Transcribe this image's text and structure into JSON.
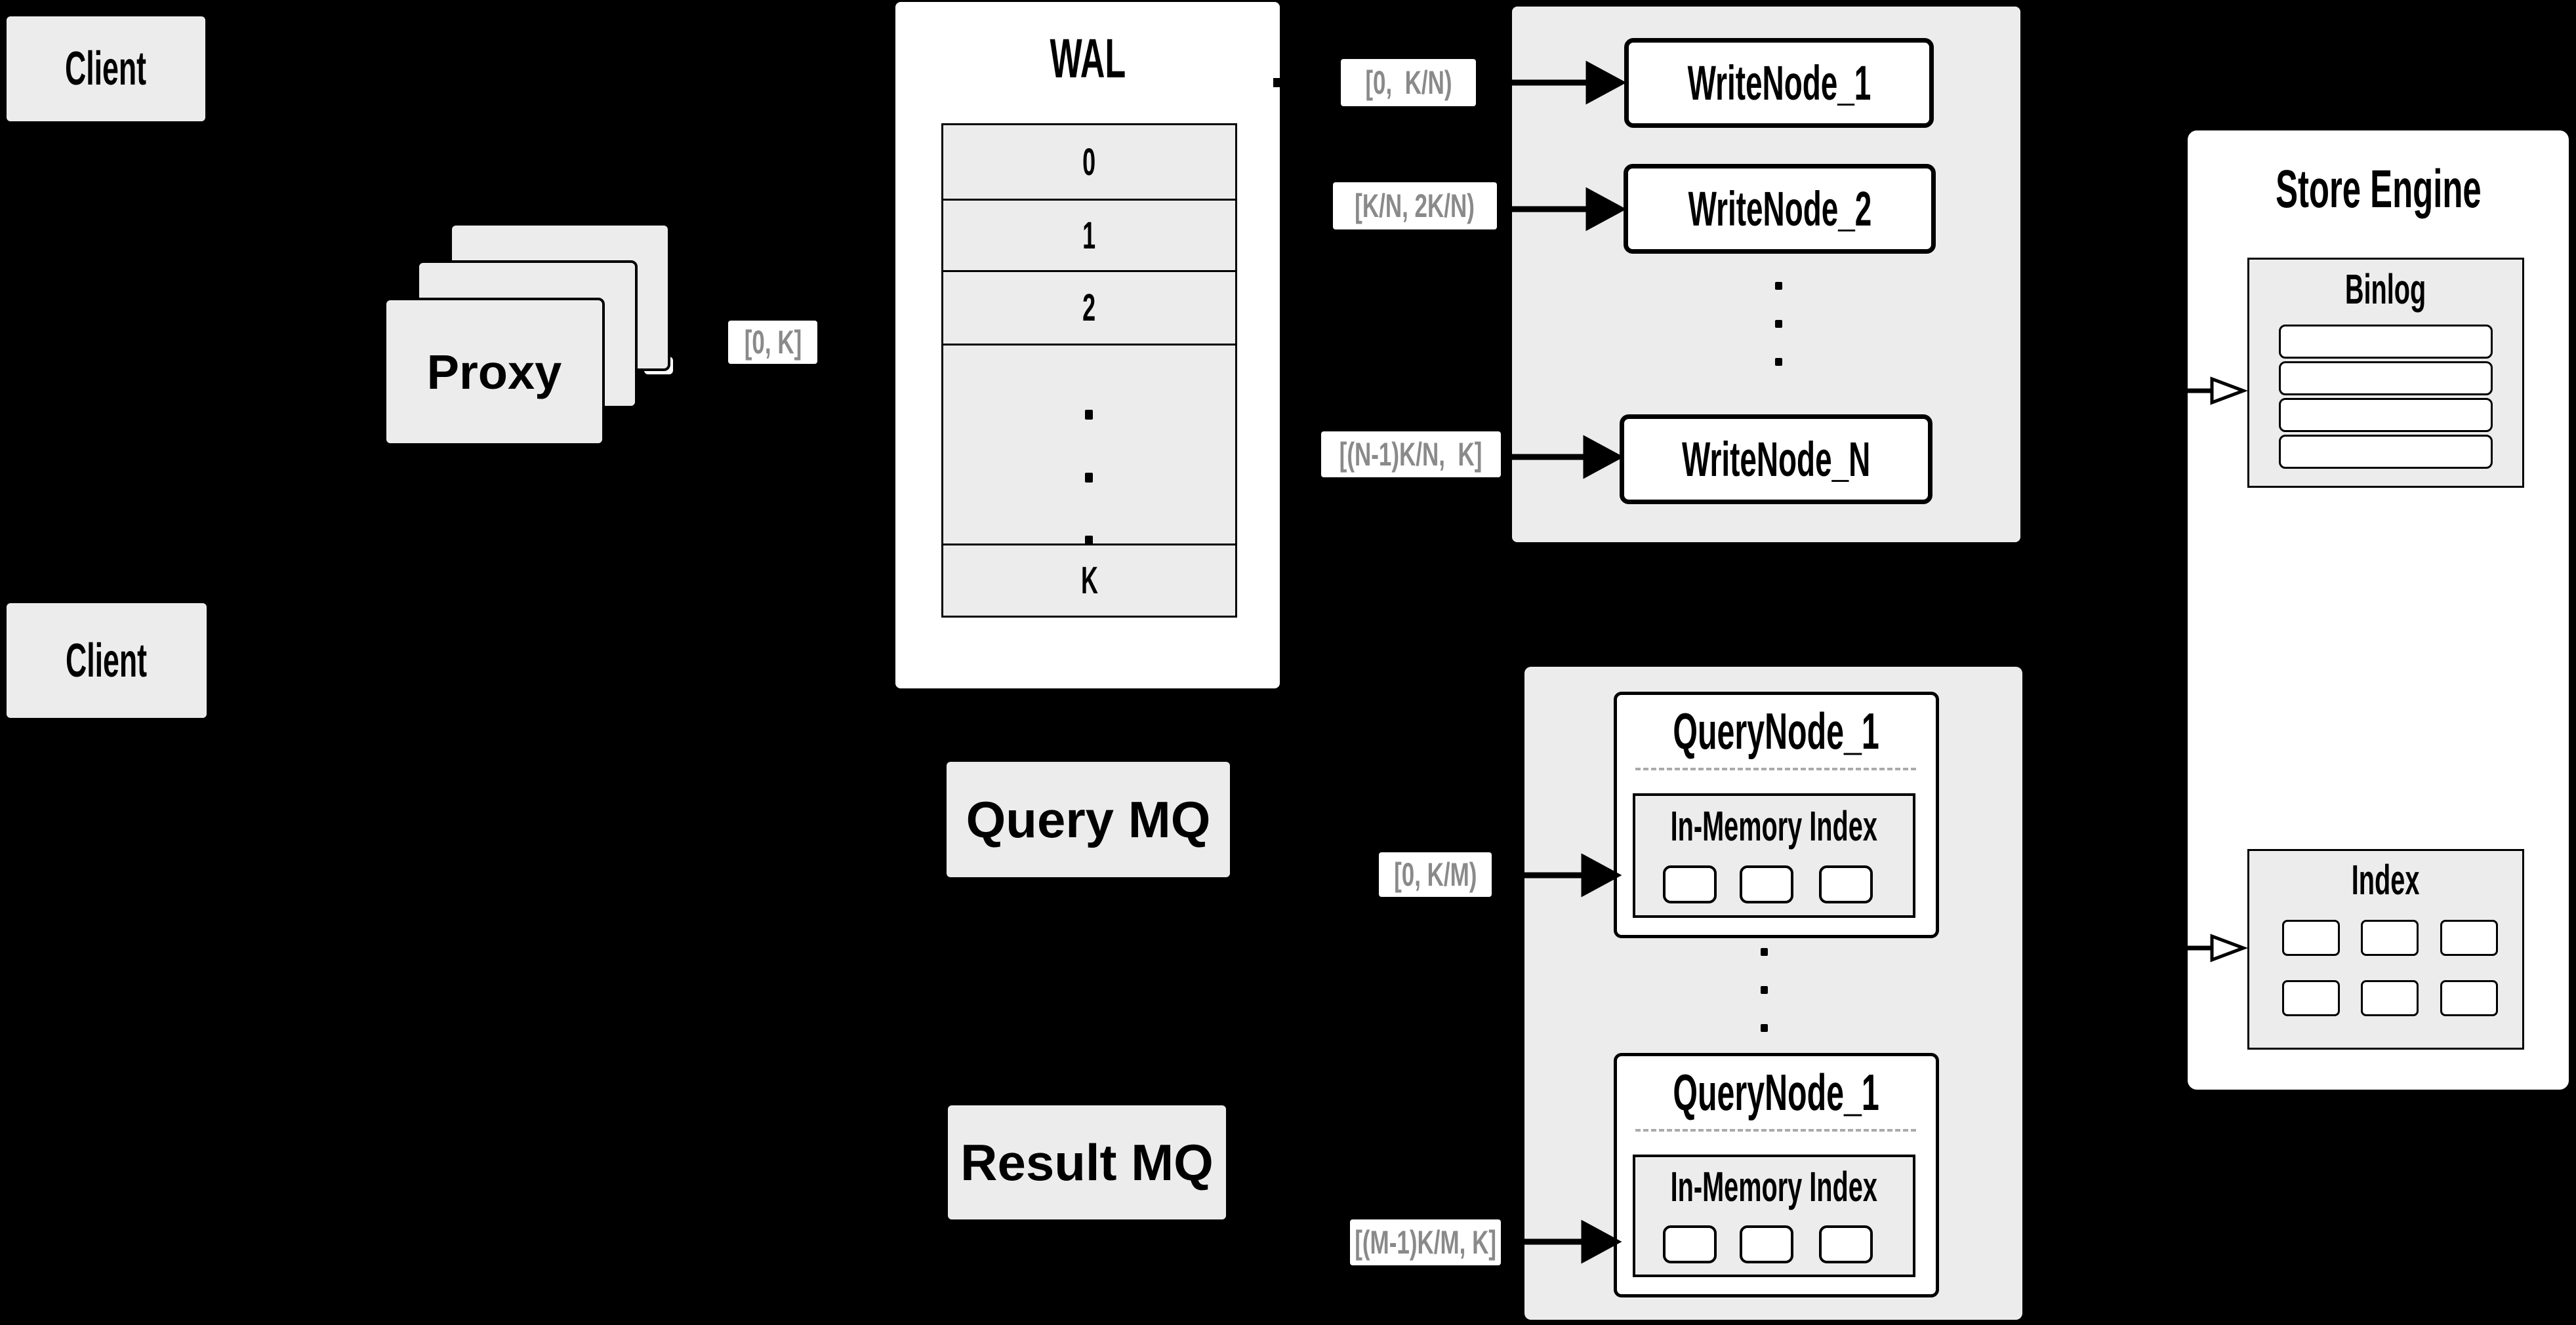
{
  "clients": {
    "top": "Client",
    "bottom": "Client"
  },
  "proxy": {
    "label": "Proxy"
  },
  "edge_labels": {
    "proxy_to_wal": "[0, K]",
    "to_write_1": "[0,  K/N)",
    "to_write_2": "[K/N, 2K/N)",
    "to_write_n": "[(N-1)K/N,  K]",
    "to_query_1": "[0, K/M)",
    "to_query_m": "[(M-1)K/M, K]"
  },
  "wal": {
    "title": "WAL",
    "rows": [
      "0",
      "1",
      "2",
      "K"
    ]
  },
  "write_nodes": {
    "node1": "WriteNode_1",
    "node2": "WriteNode_2",
    "nodeN": "WriteNode_N"
  },
  "store_engine": {
    "title": "Store Engine",
    "binlog_title": "Binlog",
    "index_title": "Index"
  },
  "mq": {
    "query": "Query MQ",
    "result": "Result MQ"
  },
  "query_nodes": {
    "top_title": "QueryNode_1",
    "bottom_title": "QueryNode_1",
    "inmem_title_top": "In-Memory Index",
    "inmem_title_bottom": "In-Memory Index"
  },
  "colors": {
    "background": "#000000",
    "panel_gray": "#ececec",
    "box_white": "#ffffff",
    "line_black": "#000000",
    "label_text_gray": "#8a8a8a",
    "dashed_gray": "#aaaaaa"
  }
}
